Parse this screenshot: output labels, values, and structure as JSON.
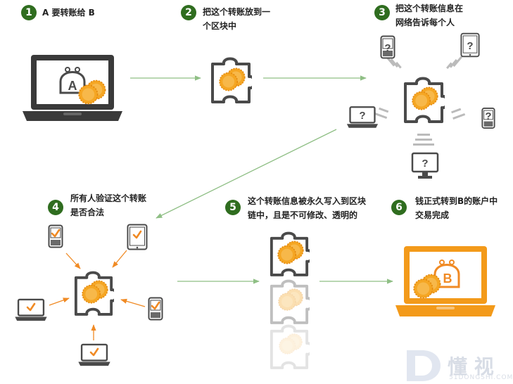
{
  "steps": [
    {
      "num": "1",
      "text": "A 要转账给 B"
    },
    {
      "num": "2",
      "text": "把这个转账放到一\n个区块中"
    },
    {
      "num": "3",
      "text": "把这个转账信息在\n网络告诉每个人"
    },
    {
      "num": "4",
      "text": "所有人验证这个转账\n是否合法"
    },
    {
      "num": "5",
      "text": "这个转账信息被永久写入到区块\n链中，且是不可修改、透明的"
    },
    {
      "num": "6",
      "text": "钱正式转到B的账户中\n交易完成"
    }
  ],
  "labels": {
    "sender": "A",
    "receiver": "B",
    "unknown": "?"
  },
  "watermark": {
    "brand": "懂 视",
    "url": "51DONGSHI.COM"
  },
  "colors": {
    "step_badge": "#2f6d1f",
    "arrow_green": "#8fbf85",
    "arrow_orange": "#f08a24",
    "laptop_dark": "#3a3a3a",
    "laptop_orange": "#f39a1a",
    "coin": "#f5a623",
    "check": "#f08a24"
  }
}
